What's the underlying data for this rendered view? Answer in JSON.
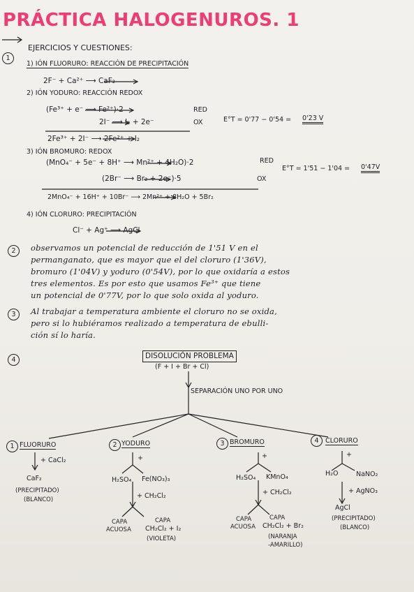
{
  "title": "PRÁCTICA HALOGENUROS. 1",
  "s1": {
    "num": "1",
    "heading": "EJERCICIOS Y CUESTIONES:",
    "q1": {
      "label": "1) IÓN FLUORURO: REACCIÓN DE PRECIPITACIÓN",
      "eq": "2F⁻ + Ca²⁺ ⟶ CaF₂"
    },
    "q2": {
      "label": "2) IÓN YODURO: REACCIÓN REDOX",
      "r1": "(Fe³⁺ + e⁻ ⟶ Fe²⁺)·2",
      "r1tag": "RED",
      "r2": "2I⁻ ⟶ I₂ + 2e⁻",
      "r2tag": "OX",
      "sum": "2Fe³⁺ + 2I⁻ ⟶ 2Fe²⁺ + I₂",
      "e_calc": "E°T = 0'77 − 0'54 =",
      "e_result": "0'23 V"
    },
    "q3": {
      "label": "3) IÓN BROMURO: REDOX",
      "r1": "(MnO₄⁻ + 5e⁻ + 8H⁺ ⟶ Mn²⁺ + 4H₂O)·2",
      "r1tag": "RED",
      "r2": "(2Br⁻ ⟶ Br₂ + 2e⁻)·5",
      "r2tag": "OX",
      "sum": "2MnO₄⁻ + 16H⁺ + 10Br⁻ ⟶ 2Mn²⁺ + 8H₂O + 5Br₂",
      "e_calc": "E°T = 1'51 − 1'04 =",
      "e_result": "0'47V"
    },
    "q4": {
      "label": "4) IÓN CLORURO: PRECIPITACIÓN",
      "eq": "Cl⁻ + Ag⁺ ⟶ AgCl"
    }
  },
  "s2": {
    "num": "2",
    "lines": [
      "observamos un potencial de reducción de 1'51 V en el",
      "permanganato, que es mayor que el del cloruro (1'36V),",
      "bromuro (1'04V) y yoduro (0'54V), por lo que oxidaría a estos",
      "tres elementos. Es por esto que usamos Fe³⁺ que tiene",
      "un potencial de 0'77V, por lo que solo oxida al yoduro."
    ]
  },
  "s3": {
    "num": "3",
    "lines": [
      "Al trabajar a temperatura ambiente el cloruro no se oxida,",
      "pero si lo hubiéramos realizado a temperatura de ebulli-",
      "ción sí lo haría."
    ]
  },
  "s4": {
    "num": "4",
    "box_title": "DISOLUCIÓN PROBLEMA",
    "box_sub": "(F + I + Br + Cl)",
    "separation": "SEPARACIÓN UNO POR UNO",
    "branches": {
      "fluoruro": {
        "num": "1",
        "name": "FLUORURO",
        "reagent": "+ CaCl₂",
        "product": "CaF₂",
        "note1": "(PRECIPITADO)",
        "note2": "(BLANCO)"
      },
      "yoduro": {
        "num": "2",
        "name": "YODURO",
        "plus": "+",
        "left": "H₂SO₄",
        "right": "Fe(NO₃)₃",
        "reagent": "+ CH₂Cl₂",
        "aq1": "CAPA",
        "aq2": "ACUOSA",
        "org1": "CAPA",
        "org2": "CH₂Cl₂ + I₂",
        "org3": "(VIOLETA)"
      },
      "bromuro": {
        "num": "3",
        "name": "BROMURO",
        "plus": "+",
        "left": "H₂SO₄",
        "right": "KMnO₄",
        "reagent": "+ CH₂Cl₂",
        "aq1": "CAPA",
        "aq2": "ACUOSA",
        "org1": "CAPA",
        "org2": "CH₂Cl₂ + Br₂",
        "org3": "(NARANJA",
        "org4": "-AMARILLO)"
      },
      "cloruro": {
        "num": "4",
        "name": "CLORURO",
        "plus": "+",
        "left": "H₂O",
        "right": "NaNO₂",
        "reagent": "+ AgNO₃",
        "product": "AgCl",
        "note1": "(PRECIPITADO)",
        "note2": "(BLANCO)"
      }
    }
  }
}
